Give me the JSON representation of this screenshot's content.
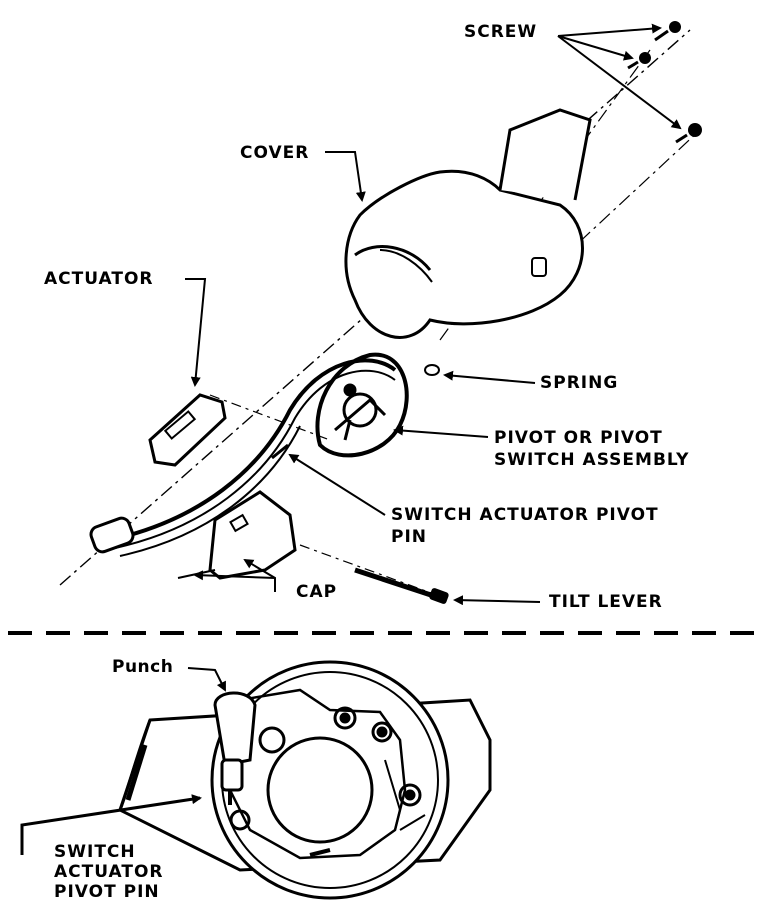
{
  "figure": {
    "top_view": {
      "labels": {
        "screw": "SCREW",
        "cover": "COVER",
        "actuator": "ACTUATOR",
        "spring": "SPRING",
        "pivot_line1": "PIVOT OR PIVOT",
        "pivot_line2": "SWITCH ASSEMBLY",
        "switch_pin_line1": "SWITCH ACTUATOR PIVOT",
        "switch_pin_line2": "PIN",
        "cap": "CAP",
        "tilt_lever": "TILT LEVER"
      }
    },
    "bottom_view": {
      "labels": {
        "punch": "Punch",
        "switch_pin_line1": "SWITCH",
        "switch_pin_line2": "ACTUATOR",
        "switch_pin_line3": "PIVOT PIN"
      }
    }
  }
}
